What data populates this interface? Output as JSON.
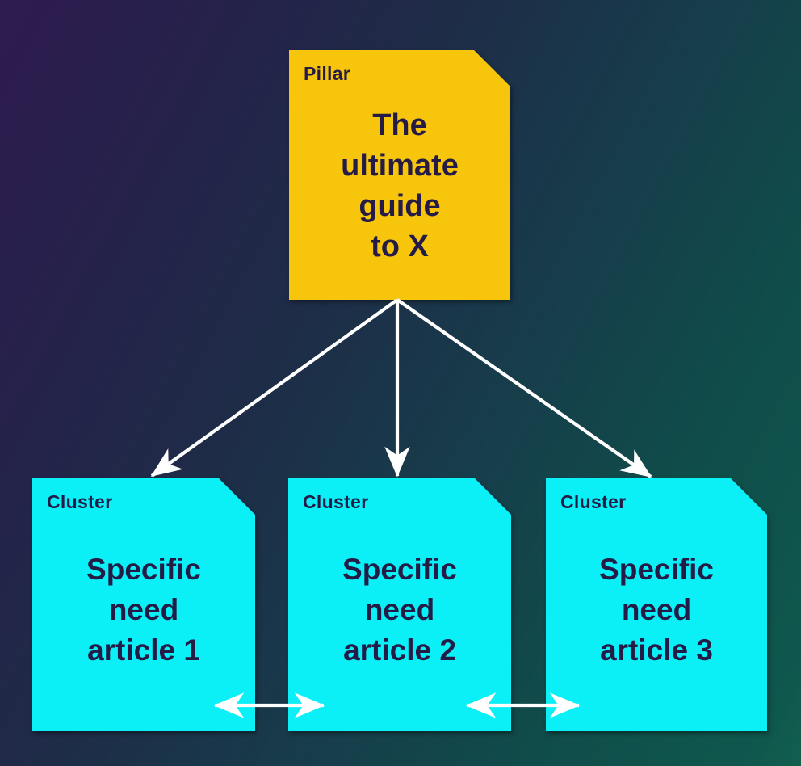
{
  "diagram": {
    "type": "pillar-cluster content diagram",
    "colors": {
      "background_gradient": [
        "#2e1b4f",
        "#24234a",
        "#173c4b",
        "#0f584e"
      ],
      "pillar_fill": "#f7c50b",
      "cluster_fill": "#0beff7",
      "card_text": "#241b46",
      "arrow": "#ffffff"
    },
    "pillar": {
      "label": "Pillar",
      "title": "The\nultimate\nguide\nto X"
    },
    "clusters": [
      {
        "label": "Cluster",
        "title": "Specific\nneed\narticle 1"
      },
      {
        "label": "Cluster",
        "title": "Specific\nneed\narticle 2"
      },
      {
        "label": "Cluster",
        "title": "Specific\nneed\narticle 3"
      }
    ],
    "edges": [
      {
        "from": "pillar",
        "to": "cluster-1",
        "direction": "one-way"
      },
      {
        "from": "pillar",
        "to": "cluster-2",
        "direction": "one-way"
      },
      {
        "from": "pillar",
        "to": "cluster-3",
        "direction": "one-way"
      },
      {
        "from": "cluster-1",
        "to": "cluster-2",
        "direction": "two-way"
      },
      {
        "from": "cluster-2",
        "to": "cluster-3",
        "direction": "two-way"
      }
    ]
  }
}
